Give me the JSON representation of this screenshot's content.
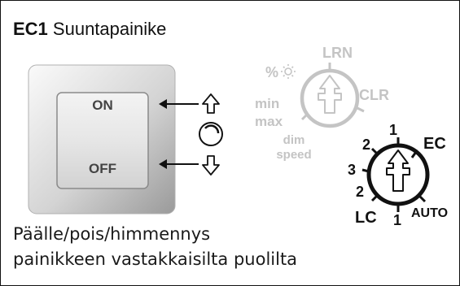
{
  "header": {
    "code": "EC1",
    "title": "Suuntapainike"
  },
  "switch": {
    "on_label": "ON",
    "off_label": "OFF"
  },
  "faded_dial": {
    "lrn": "LRN",
    "clr": "CLR",
    "percent": "%",
    "min": "min",
    "max": "max",
    "dim": "dim",
    "speed": "speed",
    "icons": [
      "sun-icon"
    ]
  },
  "active_dial": {
    "ec": "EC",
    "lc": "LC",
    "auto": "AUTO",
    "tick_1_top": "1",
    "tick_2_upper": "2",
    "tick_3": "3",
    "tick_2_lower": "2",
    "tick_1_bottom": "1"
  },
  "indicators": {
    "icons": [
      "arrow-up-icon",
      "circle-rotate-icon",
      "arrow-down-icon"
    ]
  },
  "caption": {
    "line1": "Päälle/pois/himmennys",
    "line2": "painikkeen vastakkaisilta puolilta"
  },
  "colors": {
    "border": "#111111",
    "faded": "#c4c4c4",
    "text": "#1a1a1a"
  }
}
